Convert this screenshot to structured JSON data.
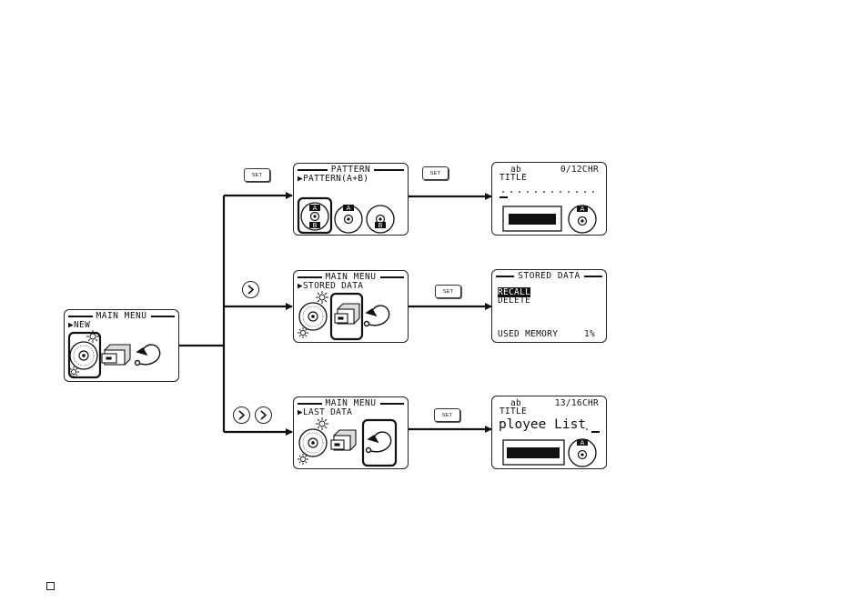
{
  "screens": {
    "start": {
      "header": "MAIN MENU",
      "item": "NEW"
    },
    "pattern": {
      "header": "PATTERN",
      "item": "PATTERN(A+B)"
    },
    "title_new": {
      "mode": "ab",
      "title_label": "TITLE",
      "counter": "0/12CHR"
    },
    "stored_menu": {
      "header": "MAIN MENU",
      "item": "STORED DATA"
    },
    "stored_data": {
      "header": "STORED DATA",
      "option_1": "RECALL",
      "option_2": "DELETE",
      "memory_label": "USED MEMORY",
      "memory_value": "1%"
    },
    "last_menu": {
      "header": "MAIN MENU",
      "item": "LAST DATA"
    },
    "title_last": {
      "mode": "ab",
      "title_label": "TITLE",
      "counter": "13/16CHR",
      "entered_text": "ployee List"
    }
  },
  "keys": {
    "set": "SET"
  },
  "disc_letters": {
    "a": "A",
    "b": "B"
  },
  "colors": {
    "ink": "#111111",
    "background": "#ffffff"
  },
  "icons": [
    "pointer-triangle-icon",
    "disc-icon",
    "sparkle-icon",
    "cabinet-drawer-icon",
    "return-arrow-icon",
    "right-arrow-key-icon",
    "label-tape-icon"
  ]
}
